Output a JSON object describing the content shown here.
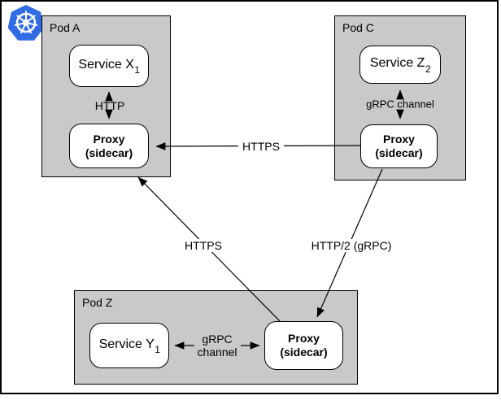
{
  "logo": {
    "icon": "kubernetes-logo"
  },
  "pods": [
    {
      "label": "Pod A",
      "service": {
        "name": "Service X",
        "sub": "1"
      },
      "proxy": {
        "line1": "Proxy",
        "line2": "(sidecar)"
      },
      "internal_link_label": "HTTP"
    },
    {
      "label": "Pod C",
      "service": {
        "name": "Service Z",
        "sub": "2"
      },
      "proxy": {
        "line1": "Proxy",
        "line2": "(sidecar)"
      },
      "internal_link_label": "gRPC channel"
    },
    {
      "label": "Pod Z",
      "service": {
        "name": "Service Y",
        "sub": "1"
      },
      "proxy": {
        "line1": "Proxy",
        "line2": "(sidecar)"
      },
      "internal_link_label_line1": "gRPC",
      "internal_link_label_line2": "channel"
    }
  ],
  "connections": [
    {
      "label": "HTTPS",
      "from": "Pod C proxy",
      "to": "Pod A proxy"
    },
    {
      "label": "HTTPS",
      "from": "Pod Z proxy",
      "to": "Pod A proxy"
    },
    {
      "label": "HTTP/2 (gRPC)",
      "from": "Pod C proxy",
      "to": "Pod Z proxy"
    }
  ],
  "colors": {
    "pod_fill": "#c9c9c9",
    "kubernetes_blue": "#326ce5",
    "line": "#000000",
    "node_fill": "#ffffff"
  }
}
